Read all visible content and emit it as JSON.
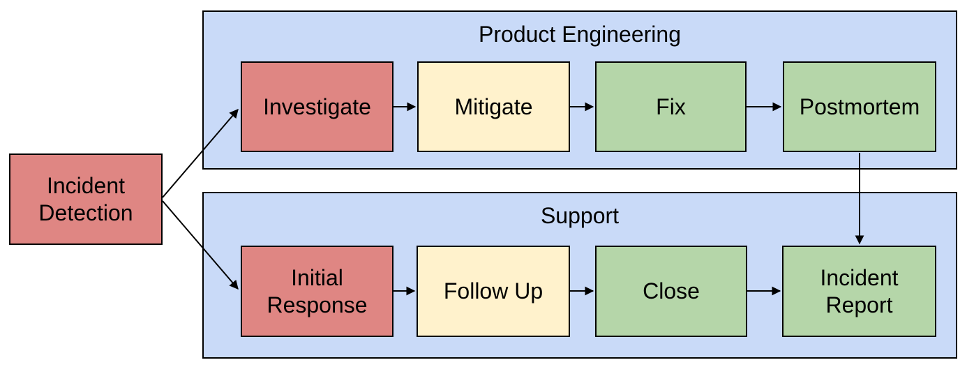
{
  "diagram": {
    "start_node": {
      "label": "Incident Detection",
      "color": "#DF8683"
    },
    "lanes": [
      {
        "title": "Product Engineering",
        "nodes": [
          {
            "label": "Investigate",
            "color": "#DF8683"
          },
          {
            "label": "Mitigate",
            "color": "#FFF2CC"
          },
          {
            "label": "Fix",
            "color": "#B5D6A9"
          },
          {
            "label": "Postmortem",
            "color": "#B5D6A9"
          }
        ]
      },
      {
        "title": "Support",
        "nodes": [
          {
            "label": "Initial Response",
            "color": "#DF8683"
          },
          {
            "label": "Follow Up",
            "color": "#FFF2CC"
          },
          {
            "label": "Close",
            "color": "#B5D6A9"
          },
          {
            "label": "Incident Report",
            "color": "#B5D6A9"
          }
        ]
      }
    ],
    "colors": {
      "lane_background": "#C9DAF8",
      "stroke": "#000000"
    },
    "connectors": [
      {
        "name": "detection-to-investigate"
      },
      {
        "name": "detection-to-initial-response"
      },
      {
        "name": "investigate-to-mitigate"
      },
      {
        "name": "mitigate-to-fix"
      },
      {
        "name": "fix-to-postmortem"
      },
      {
        "name": "initial-response-to-follow-up"
      },
      {
        "name": "follow-up-to-close"
      },
      {
        "name": "close-to-incident-report"
      },
      {
        "name": "postmortem-to-incident-report"
      }
    ]
  }
}
